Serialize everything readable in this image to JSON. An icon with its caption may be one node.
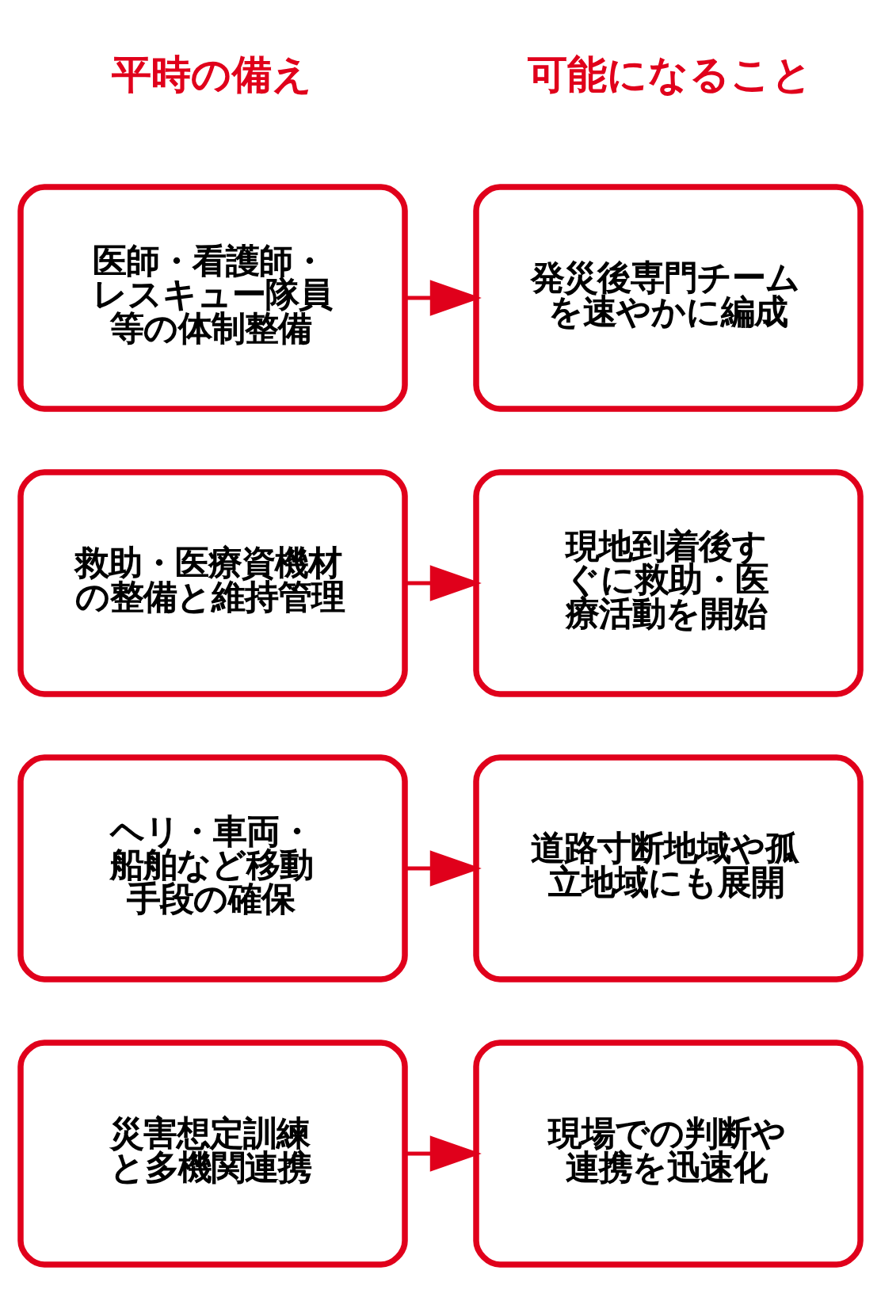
{
  "diagram": {
    "nodes": [
      {
        "text": [
          "医師・看護師・レスキュー隊員等の体制整備"
        ]
      },
      {
        "text": [
          "発災後専門チームを速やかに編成"
        ]
      },
      {
        "text": [
          "救助・医療資機材の整備と維持管理"
        ]
      },
      {
        "text": [
          "現地到着後すぐに救助・医療活動を開始"
        ]
      },
      {
        "text": [
          "ヘリ・車両・船舶など移動手段の確保"
        ]
      },
      {
        "text": [
          "道路寸断地域や孤立地域にも展開"
        ]
      },
      {
        "text": [
          "災害想定訓練と多機関連携"
        ]
      },
      {
        "text": [
          "現場での判断や連携を迅速化"
        ]
      }
    ],
    "edges": [
      {
        "from": 0,
        "to": 1,
        "arrow": "to"
      },
      {
        "from": 2,
        "to": 3,
        "arrow": "to"
      },
      {
        "from": 4,
        "to": 5,
        "arrow": "to"
      },
      {
        "from": 6,
        "to": 7,
        "arrow": "to"
      }
    ],
    "labels": [
      "平時の備え",
      "可能になること"
    ]
  }
}
